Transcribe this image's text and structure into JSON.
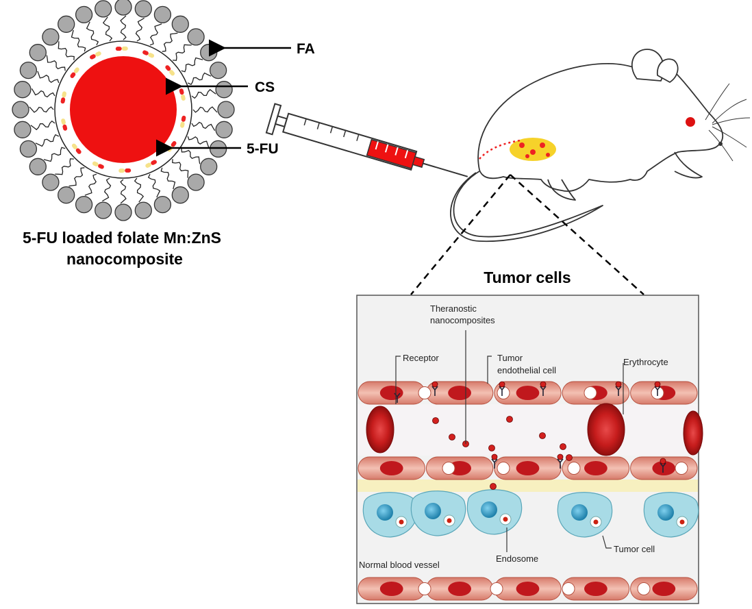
{
  "nanoparticle": {
    "label_fa": "FA",
    "label_cs": "CS",
    "label_5fu": "5-FU",
    "caption_line1": "5-FU loaded folate Mn:ZnS",
    "caption_line2": "nanocomposite"
  },
  "inset": {
    "title": "Tumor cells",
    "labels": {
      "theranostic_line1": "Theranostic",
      "theranostic_line2": "nanocomposites",
      "receptor": "Receptor",
      "tumor_endo_line1": "Tumor",
      "tumor_endo_line2": "endothelial cell",
      "erythrocyte": "Erythrocyte",
      "endosome": "Endosome",
      "tumor_cell": "Tumor cell",
      "normal_vessel": "Normal blood vessel"
    }
  },
  "colors": {
    "core": "#ee1111",
    "shell_ball": "#a9a9a9",
    "vessel_wall": "#e39585",
    "erythrocyte": "#cc1f1f",
    "tumor_cell": "#a8dbe6",
    "tumor_nucleus": "#3aa3c8",
    "interstitium": "#f7f0c0",
    "eye": "#dd1111",
    "tumor_spot": "#f6d22a"
  }
}
